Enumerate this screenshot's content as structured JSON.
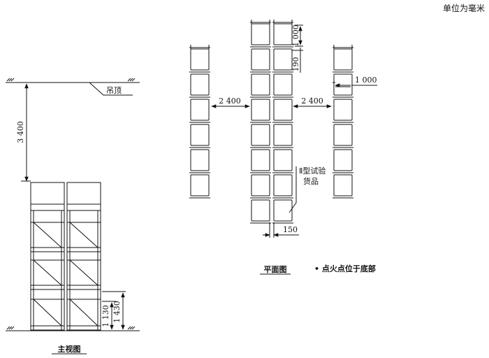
{
  "unit_note": "单位为毫米",
  "front_view": {
    "title": "主视图",
    "ceiling_label": "吊顶",
    "height_to_ceiling": "3 400",
    "lower_dims": [
      "1 130",
      "1 430"
    ]
  },
  "plan_view": {
    "title": "平面图",
    "aisle_left": "2 400",
    "aisle_right": "2 400",
    "unit_width": "1 000",
    "top_unit_depth": "1 000",
    "gap_top": "190",
    "gap_bottom": "150",
    "specimen_label": [
      "Ⅱ型试验",
      "货品"
    ]
  },
  "note": "• 点火点位于底部"
}
